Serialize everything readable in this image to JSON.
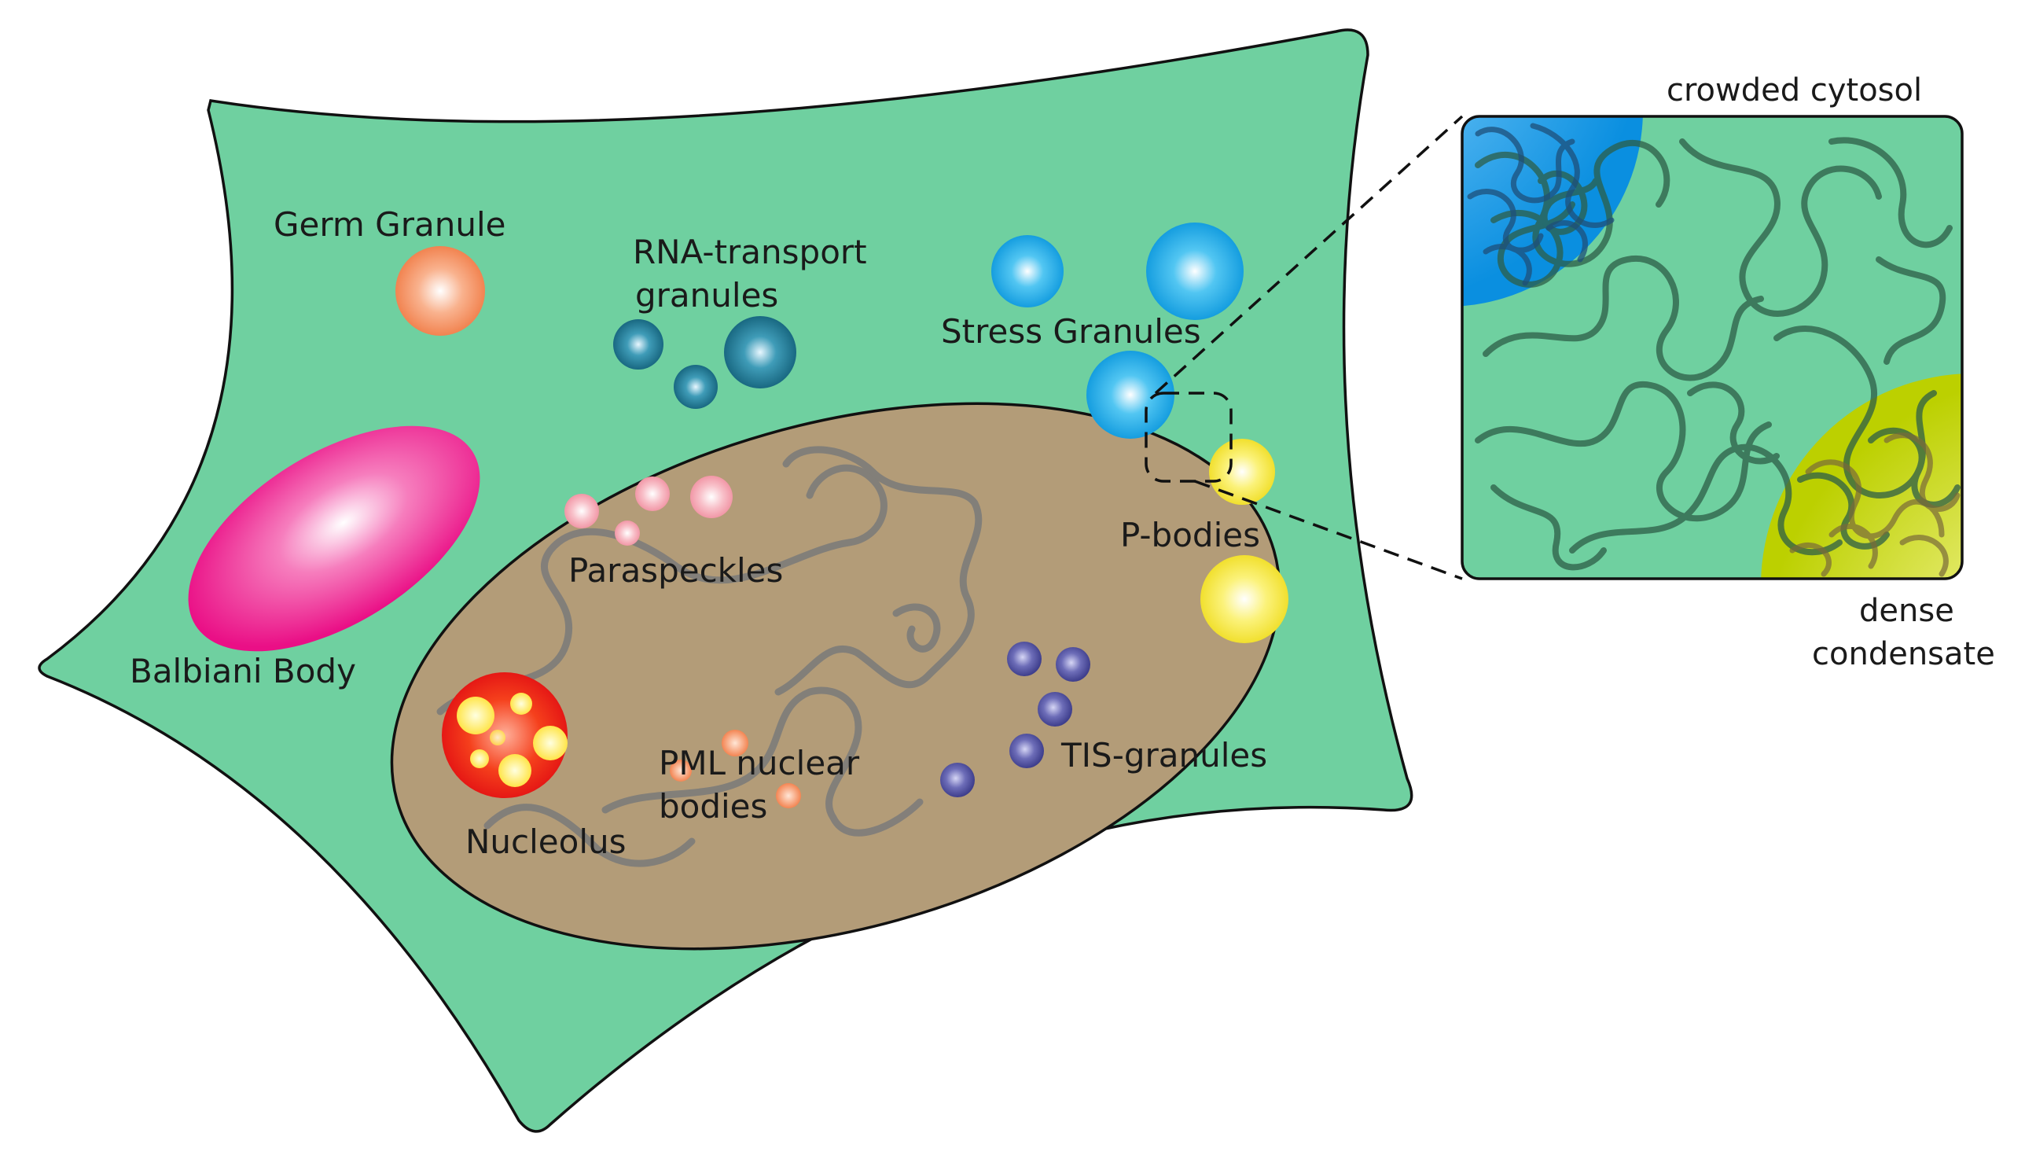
{
  "labels": {
    "germ_granule": "Germ Granule",
    "rna_transport_line1": "RNA-transport",
    "rna_transport_line2": "granules",
    "stress_granules": "Stress Granules",
    "balbiani_body": "Balbiani Body",
    "paraspeckles": "Paraspeckles",
    "p_bodies": "P-bodies",
    "nucleolus": "Nucleolus",
    "pml_line1": "PML nuclear",
    "pml_line2": "bodies",
    "tis_granules": "TIS-granules",
    "crowded_cytosol": "crowded cytosol",
    "dense_line1": "dense",
    "dense_line2": "condensate"
  },
  "colors": {
    "cytoplasm": "#6fd0a0",
    "cell_outline": "#111111",
    "nucleus": "#b39c78",
    "chromatin": "#7a7a7a",
    "germ_granule": "#f4895a",
    "rna_transport": "#1f7f9a",
    "stress_granule": "#1aa9e6",
    "p_body": "#f2e531",
    "balbiani": "#f0178f",
    "paraspeckle": "#f5a3b0",
    "nucleolus_outer": "#ee1c1c",
    "nucleolus_inner": "#ffe84d",
    "pml": "#f4895a",
    "tis_granule": "#5a5aa8",
    "er": "#e2ddd2",
    "inset_blue": "#1296e0",
    "inset_yellow": "#c6d600",
    "inset_polymer": "#2d5e47"
  }
}
